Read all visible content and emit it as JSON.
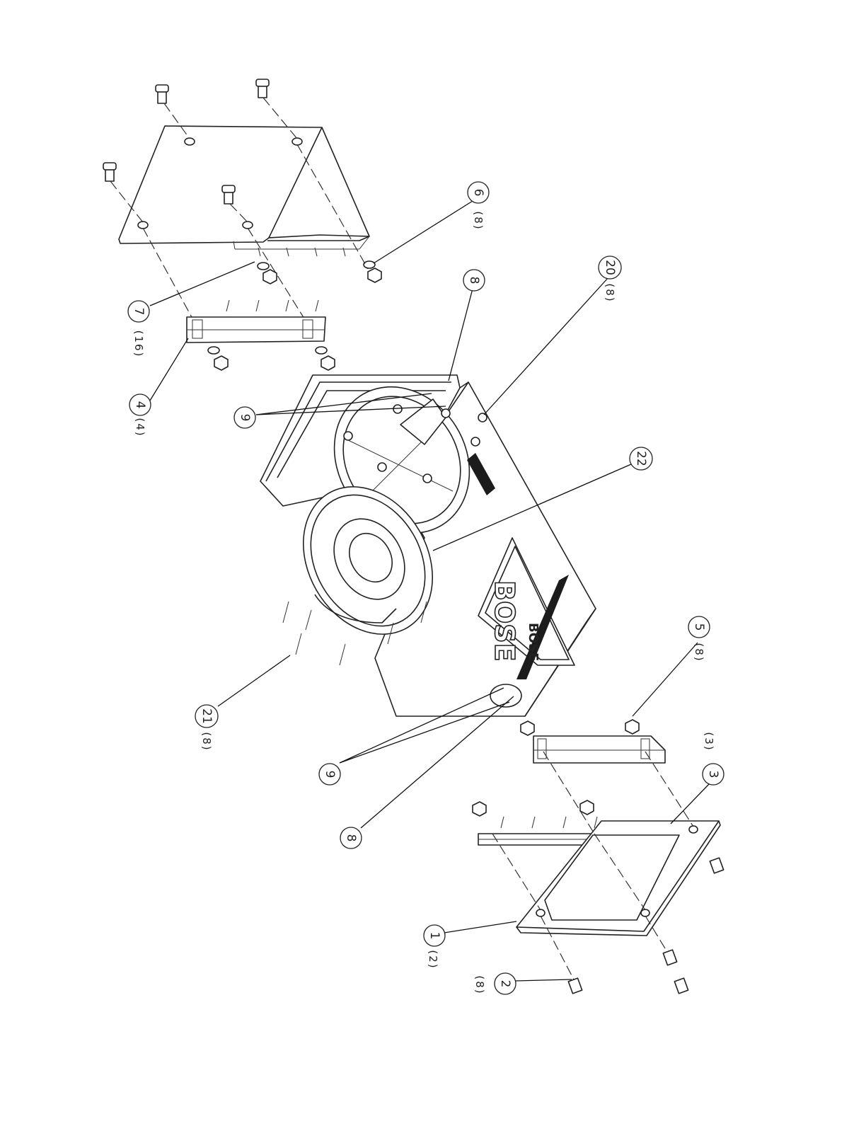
{
  "diagram": {
    "kind": "exploded-parts-view",
    "rotation_deg": 90,
    "brand_marks": [
      "BOSE",
      "BOSE"
    ],
    "callouts": [
      {
        "id": "c1",
        "number": "1",
        "qty": "(2)"
      },
      {
        "id": "c2",
        "number": "2",
        "qty": "(8)"
      },
      {
        "id": "c3",
        "number": "3",
        "qty": "(3)"
      },
      {
        "id": "c4",
        "number": "4",
        "qty": "(4)"
      },
      {
        "id": "c5",
        "number": "5",
        "qty": "(8)"
      },
      {
        "id": "c6",
        "number": "6",
        "qty": "(8)"
      },
      {
        "id": "c7",
        "number": "7",
        "qty": "(16)"
      },
      {
        "id": "c8a",
        "number": "8",
        "qty": ""
      },
      {
        "id": "c8b",
        "number": "8",
        "qty": ""
      },
      {
        "id": "c9a",
        "number": "9",
        "qty": ""
      },
      {
        "id": "c9b",
        "number": "9",
        "qty": ""
      },
      {
        "id": "c20",
        "number": "20",
        "qty": "(8)"
      },
      {
        "id": "c21",
        "number": "21",
        "qty": "(8)"
      },
      {
        "id": "c22",
        "number": "22",
        "qty": ""
      }
    ]
  }
}
